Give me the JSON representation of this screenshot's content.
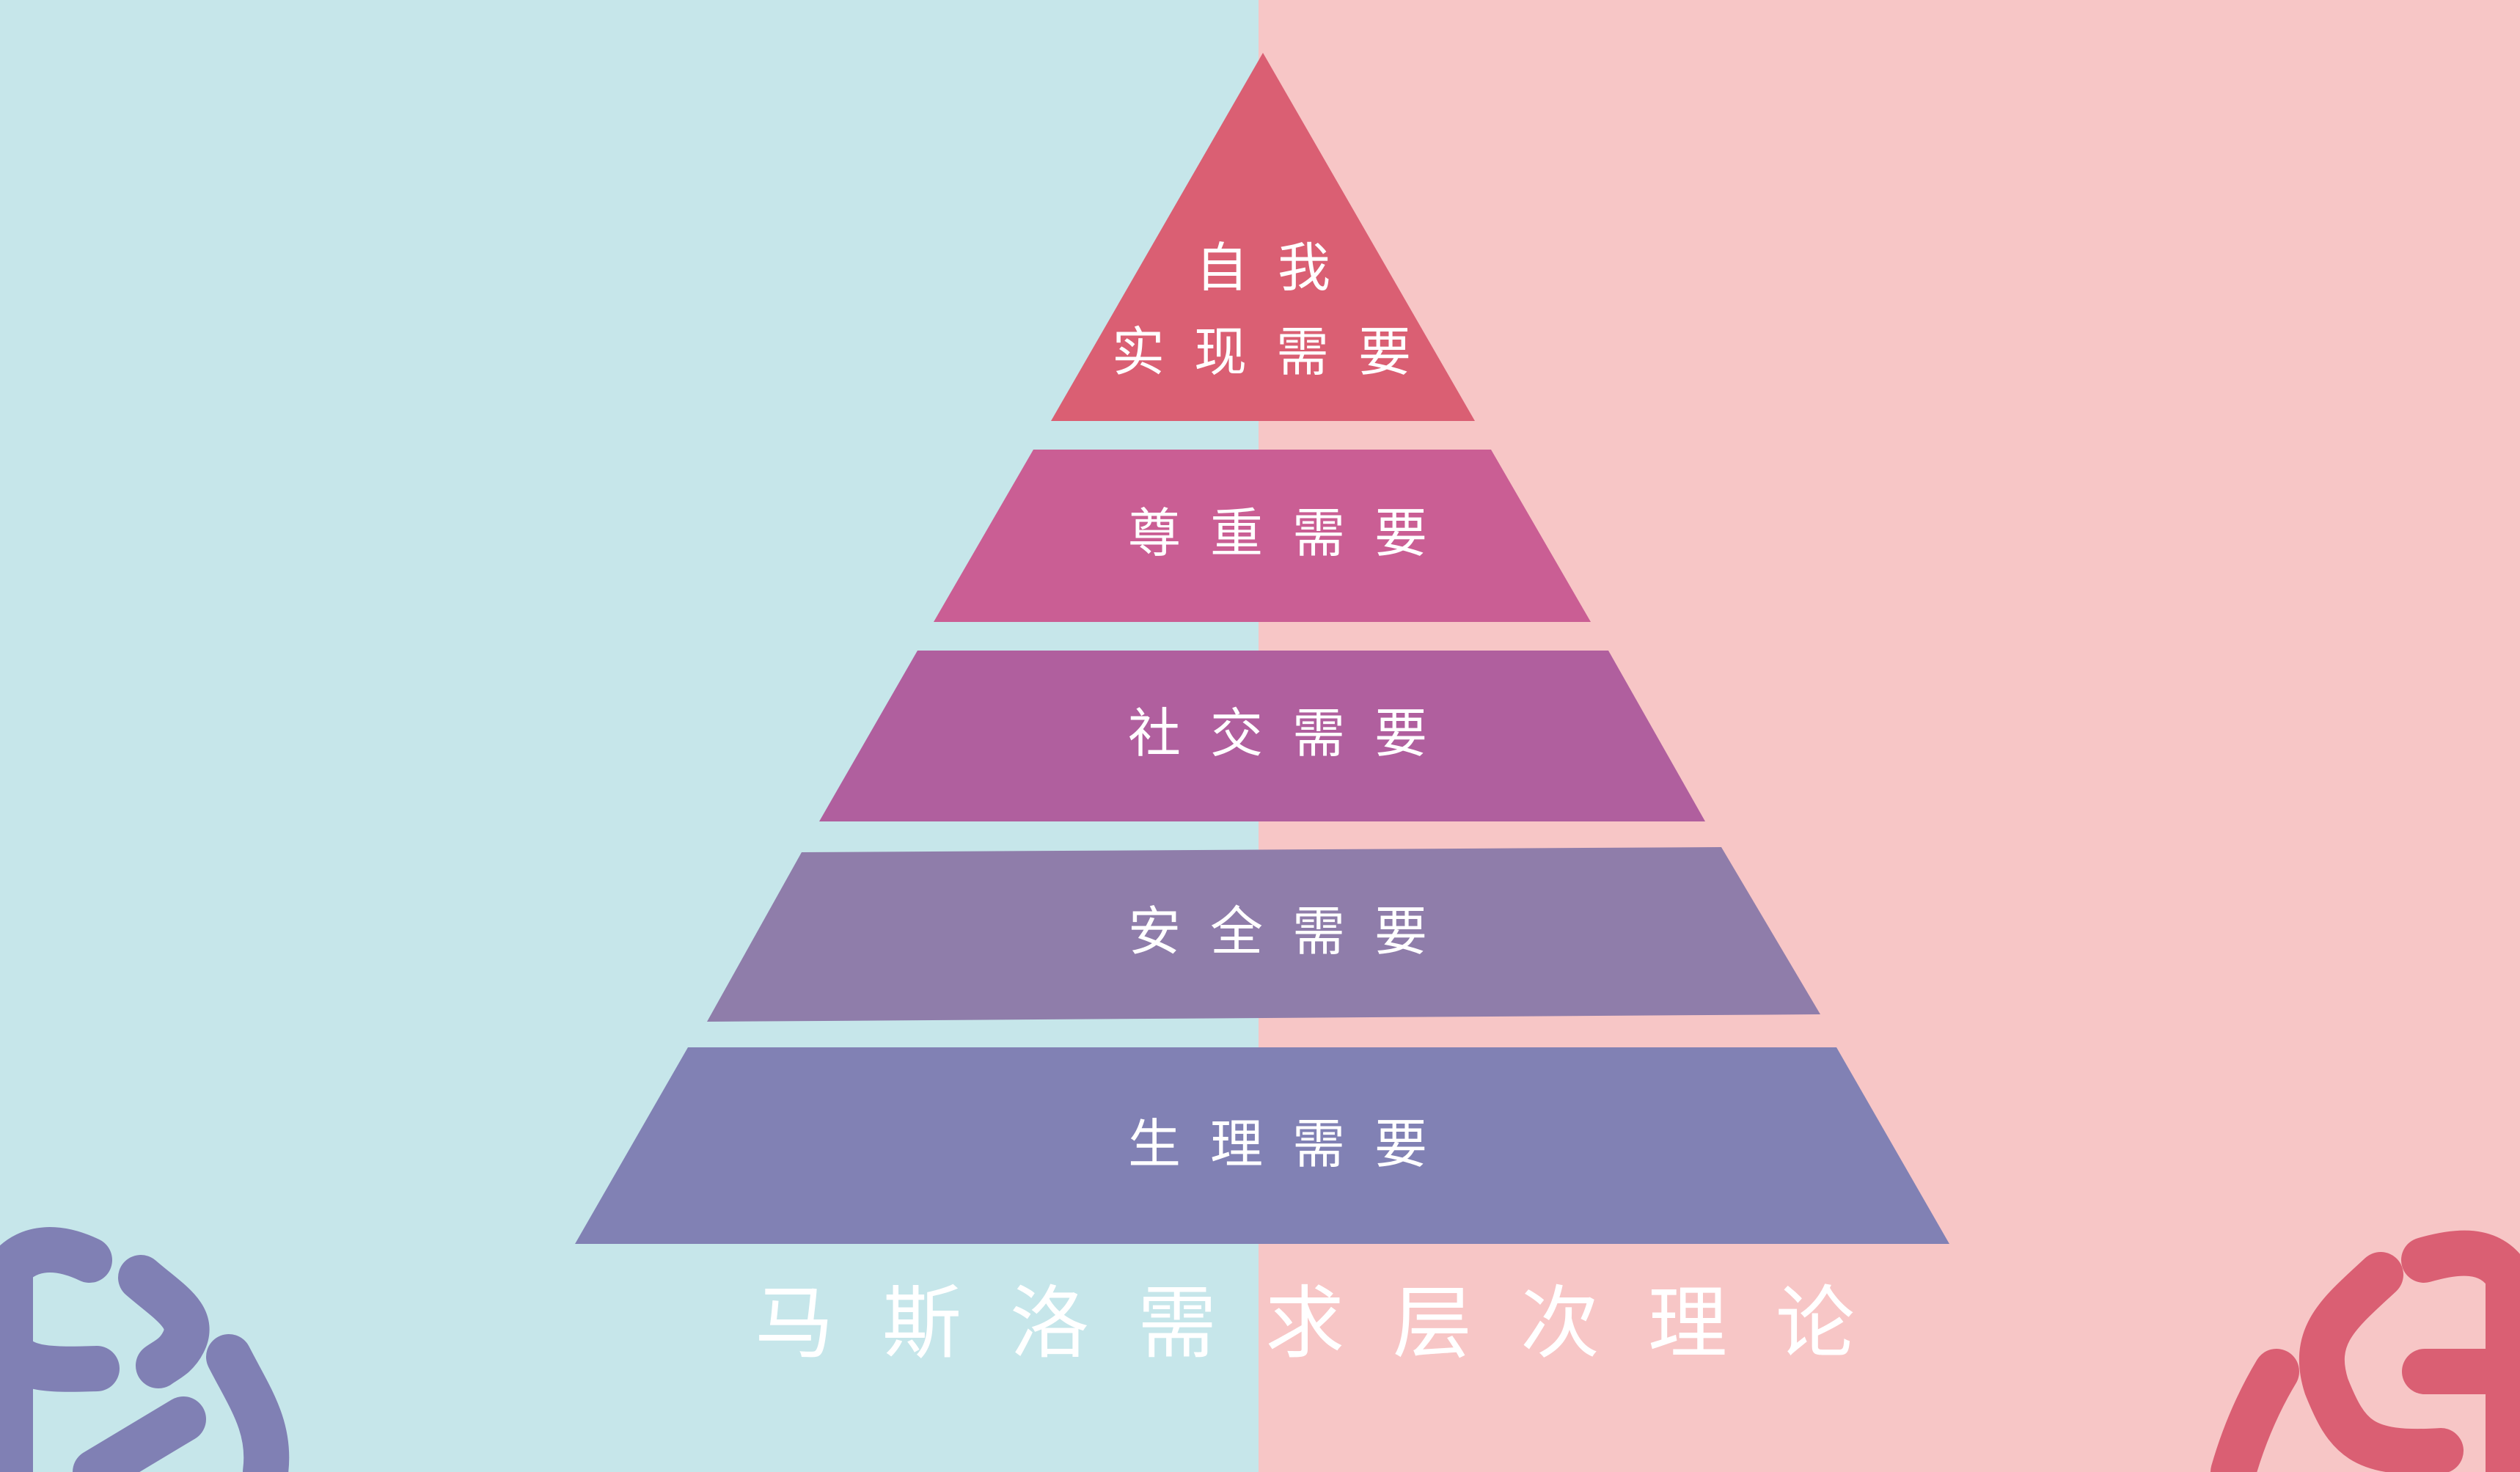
{
  "title": "马斯洛需求层次理论",
  "levels": [
    {
      "line1": "自我",
      "line2": "实现需要",
      "color": "#da5f73"
    },
    {
      "label": "尊重需要",
      "color": "#ca5e94"
    },
    {
      "label": "社交需要",
      "color": "#b05f9e"
    },
    {
      "label": "安全需要",
      "color": "#8f7daa"
    },
    {
      "label": "生理需要",
      "color": "#8181b4"
    }
  ],
  "colors": {
    "background_left": "#c6e6ea",
    "background_right": "#f7c6c6",
    "deco_left": "#8080b4",
    "deco_right": "#da5f73"
  }
}
